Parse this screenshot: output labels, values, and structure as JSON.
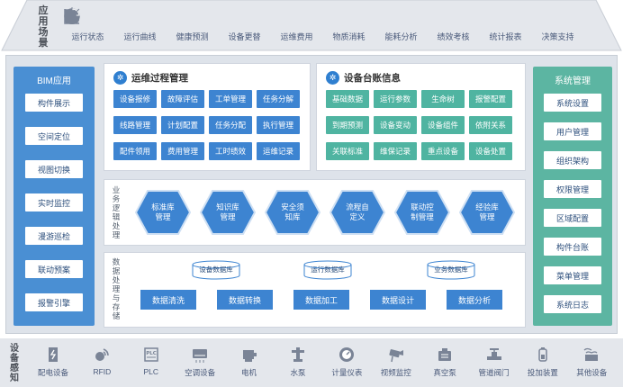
{
  "scene": {
    "title_chars": [
      "应用",
      "场景"
    ],
    "items": [
      {
        "label": "运行状态",
        "icon": "gauge-icon"
      },
      {
        "label": "运行曲线",
        "icon": "line-chart-icon"
      },
      {
        "label": "健康预测",
        "icon": "health-icon"
      },
      {
        "label": "设备更替",
        "icon": "replace-icon"
      },
      {
        "label": "运维费用",
        "icon": "money-bag-icon"
      },
      {
        "label": "物质消耗",
        "icon": "consumption-icon"
      },
      {
        "label": "能耗分析",
        "icon": "bar-chart-icon"
      },
      {
        "label": "绩效考核",
        "icon": "performance-icon"
      },
      {
        "label": "统计报表",
        "icon": "report-icon"
      },
      {
        "label": "决策支持",
        "icon": "lightbulb-icon"
      }
    ]
  },
  "bim": {
    "title": "BIM应用",
    "items": [
      "构件展示",
      "空间定位",
      "视图切换",
      "实时监控",
      "漫游巡检",
      "联动预案",
      "报警引擎"
    ]
  },
  "system": {
    "title": "系统管理",
    "items": [
      "系统设置",
      "用户管理",
      "组织架构",
      "权限管理",
      "区域配置",
      "构件台账",
      "菜单管理",
      "系统日志"
    ]
  },
  "ops": {
    "title": "运维过程管理",
    "buttons": [
      "设备报修",
      "故障评估",
      "工单管理",
      "任务分解",
      "线路管理",
      "计划配置",
      "任务分配",
      "执行管理",
      "配件领用",
      "费用管理",
      "工时绩效",
      "运维记录"
    ]
  },
  "ledger": {
    "title": "设备台账信息",
    "buttons": [
      "基础数据",
      "运行参数",
      "生命树",
      "报警配置",
      "到期预测",
      "设备变动",
      "设备组件",
      "依附关系",
      "关联标准",
      "维保记录",
      "重点设备",
      "设备处置"
    ]
  },
  "logic": {
    "label_chars": [
      "业",
      "务",
      "逻",
      "辑",
      "处",
      "理"
    ],
    "hexes": [
      [
        "标准库",
        "管理"
      ],
      [
        "知识库",
        "管理"
      ],
      [
        "安全须",
        "知库"
      ],
      [
        "流程自",
        "定义"
      ],
      [
        "联动控",
        "制管理"
      ],
      [
        "经验库",
        "管理"
      ]
    ]
  },
  "data": {
    "label_chars": [
      "数",
      "据",
      "处",
      "理",
      "与",
      "存",
      "储"
    ],
    "databases": [
      "设备数据库",
      "运行数据库",
      "业务数据库"
    ],
    "processes": [
      "数据清洗",
      "数据转换",
      "数据加工",
      "数据设计",
      "数据分析"
    ]
  },
  "devices": {
    "title_chars": [
      "设备",
      "感知"
    ],
    "items": [
      {
        "label": "配电设备",
        "icon": "power-distribution-icon"
      },
      {
        "label": "RFID",
        "icon": "rfid-icon"
      },
      {
        "label": "PLC",
        "icon": "plc-icon"
      },
      {
        "label": "空调设备",
        "icon": "air-conditioner-icon"
      },
      {
        "label": "电机",
        "icon": "motor-icon"
      },
      {
        "label": "水泵",
        "icon": "water-pump-icon"
      },
      {
        "label": "计量仪表",
        "icon": "meter-icon"
      },
      {
        "label": "视频监控",
        "icon": "camera-icon"
      },
      {
        "label": "真空泵",
        "icon": "vacuum-pump-icon"
      },
      {
        "label": "管道阀门",
        "icon": "valve-icon"
      },
      {
        "label": "投加装置",
        "icon": "dosing-device-icon"
      },
      {
        "label": "其他设备",
        "icon": "other-device-icon"
      }
    ]
  },
  "colors": {
    "blue": "#3d84d1",
    "green": "#4fb4a1",
    "bim_panel": "#4a8fd3",
    "system_panel": "#5cb5a2",
    "icon_gray": "#7a8496"
  }
}
